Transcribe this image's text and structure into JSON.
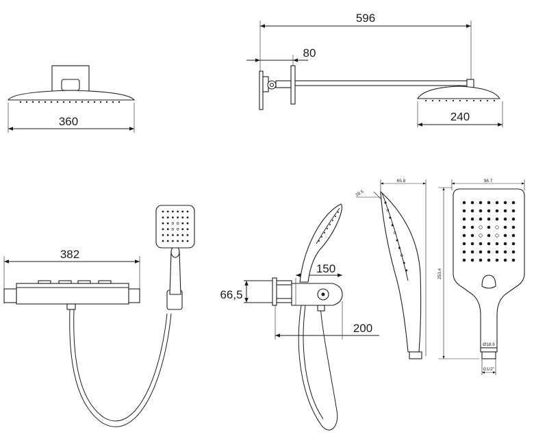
{
  "dimensions": {
    "overhead_diameter": "360",
    "arm_length": "596",
    "wall_offset": "80",
    "head_diameter": "240",
    "mixer_width": "382",
    "outlet_spacing": "66,5",
    "mixer_depth": "150",
    "total_depth": "200",
    "handset_tilt": "18.5",
    "handset_depth": "65.8",
    "handset_width": "98.7",
    "handset_length": "253.4",
    "connector_diameter": "Ø18.6",
    "thread_size": "G1/2\""
  },
  "colors": {
    "line": "#1a1a1a",
    "background": "#ffffff"
  }
}
